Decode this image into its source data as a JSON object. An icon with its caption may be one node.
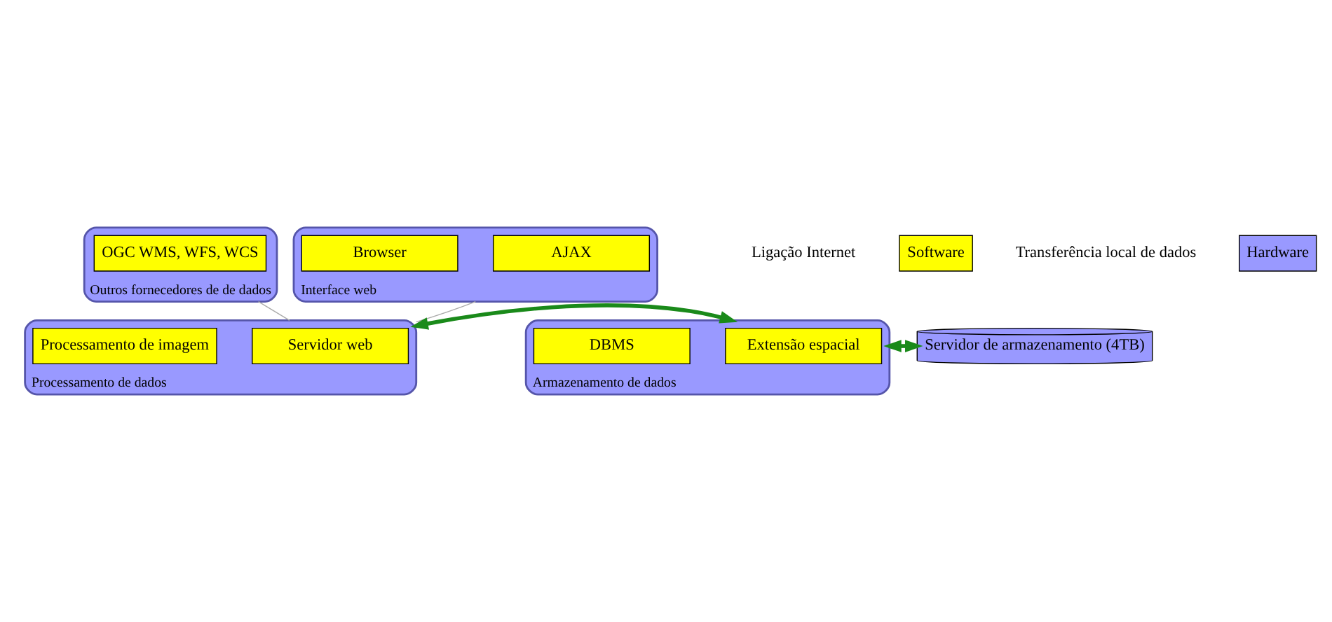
{
  "diagram": {
    "nodes": [
      {
        "text": [
          "Outros fornecedores de de dados"
        ]
      },
      {
        "text": [
          "OGC WMS, WFS, WCS"
        ],
        "in": 0
      },
      {
        "text": [
          "Interface web"
        ]
      },
      {
        "text": [
          "AJAX"
        ],
        "in": 2
      },
      {
        "text": [
          "Browser"
        ],
        "in": 2
      },
      {
        "text": [
          "Processamento de dados"
        ]
      },
      {
        "text": [
          "Servidor web"
        ],
        "in": 5
      },
      {
        "text": [
          "Processamento de imagem"
        ],
        "in": 5
      },
      {
        "text": [
          "Armazenamento de dados"
        ]
      },
      {
        "text": [
          "Extensão espacial"
        ],
        "in": 8
      },
      {
        "text": [
          "DBMS"
        ],
        "in": 8
      },
      {
        "text": [
          "Servidor de armazenamento (4TB)"
        ]
      }
    ],
    "edges": [
      {
        "from": 0,
        "to": 5,
        "arrow": "none",
        "color": "#aaaaaa"
      },
      {
        "from": 2,
        "to": 5,
        "arrow": "none",
        "color": "#aaaaaa"
      },
      {
        "from": 5,
        "to": 8,
        "arrow": "both",
        "color": "#1a8a1a",
        "style": "thick"
      },
      {
        "from": 8,
        "to": 11,
        "arrow": "both",
        "color": "#1a8a1a",
        "style": "thick"
      }
    ],
    "legend": [
      {
        "text": "Ligação Internet"
      },
      {
        "text": "Software",
        "color": "#ffff00"
      },
      {
        "text": "Transferência local de dados"
      },
      {
        "text": "Hardware",
        "color": "#9999ff"
      }
    ]
  }
}
